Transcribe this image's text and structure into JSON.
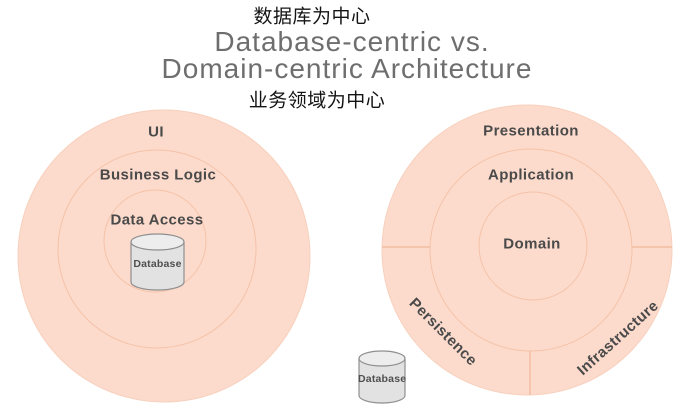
{
  "header": {
    "annotation_db": "数据库为中心",
    "title_line1": "Database-centric vs.",
    "title_line2": "Domain-centric Architecture",
    "annotation_domain": "业务领域为中心"
  },
  "database_centric": {
    "ring_outer": "UI",
    "ring_middle": "Business Logic",
    "ring_inner": "Data Access",
    "database_label": "Database"
  },
  "domain_centric": {
    "ring_outer": "Presentation",
    "ring_middle": "Application",
    "ring_inner": "Domain",
    "sector_bottom_left": "Persistence",
    "sector_bottom_right": "Infrastructure",
    "database_label": "Database"
  },
  "colors": {
    "circle_fill": "#fcdbcc",
    "circle_stroke": "#f5c2a8",
    "ring_label_text": "#4a4a4a",
    "title_text": "#6e6e6e",
    "annotation_text": "#141414",
    "cylinder_body_fill": "#e2e2e2",
    "cylinder_top_fill": "#ededed",
    "cylinder_stroke": "#8f8f8f",
    "background": "#ffffff"
  }
}
